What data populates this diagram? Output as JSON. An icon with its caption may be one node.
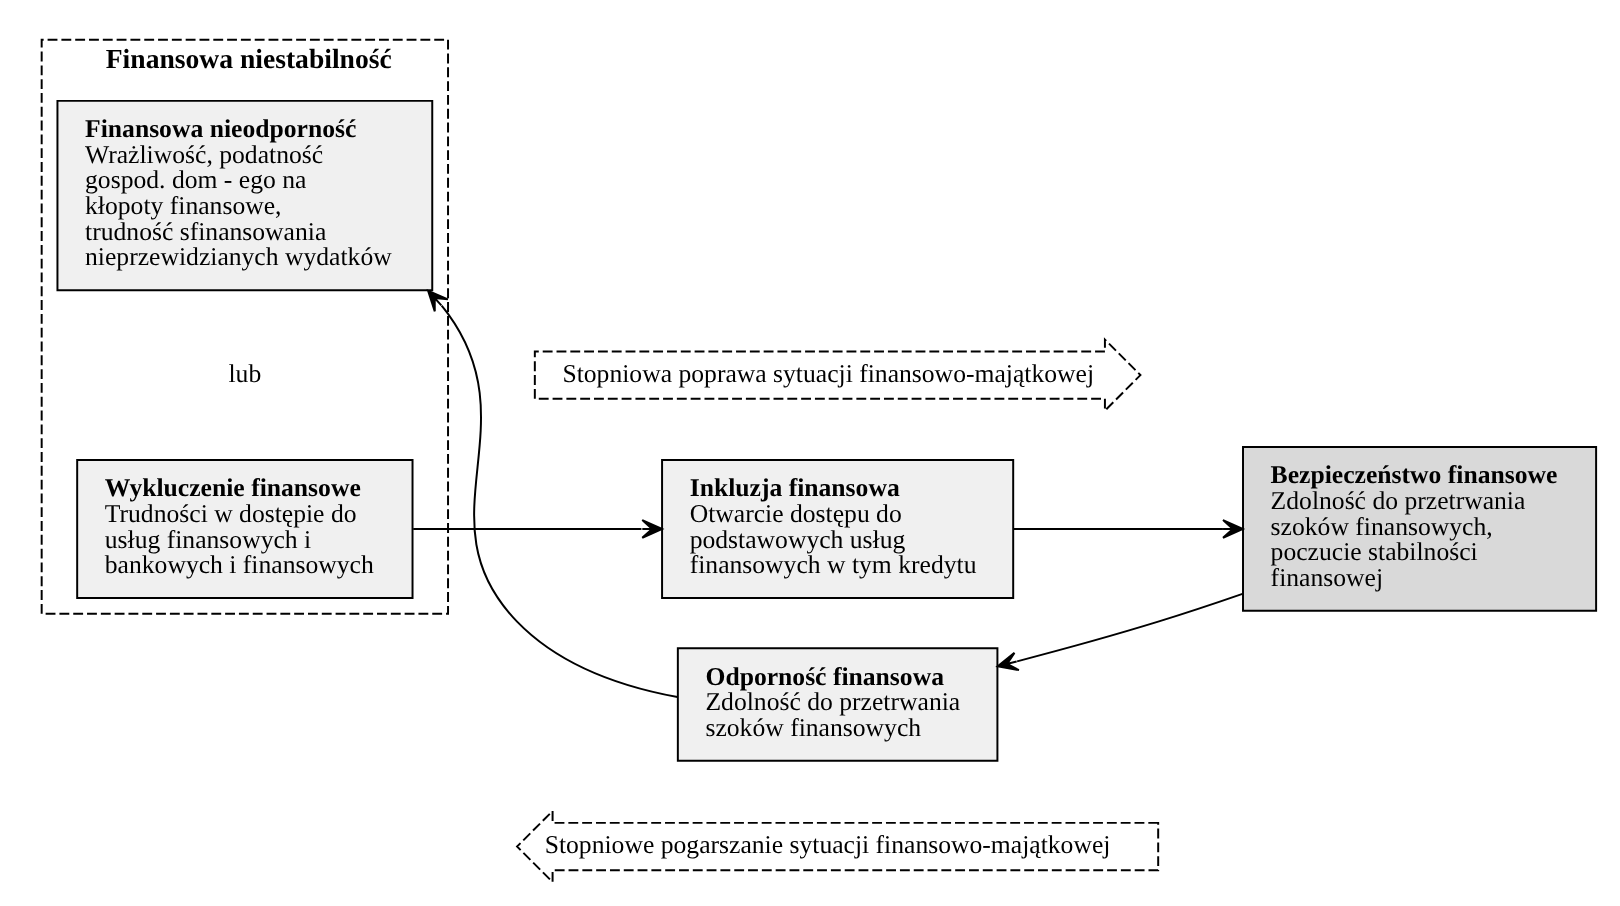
{
  "diagram": {
    "nodes": [
      {
        "text": [
          "Finansowa niestabilność"
        ]
      },
      {
        "text": [
          "Wykluczenie finansowe",
          "Trudności w dostępie do usług finansowych i bankowych i finansowych"
        ],
        "in": 0
      },
      {
        "text": [
          "Finansowa nieodporność",
          "Wrażliwość, podatność gospod. dom - ego na kłopoty finansowe, trudność sfinansowania nieprzewidzianych wydatków"
        ],
        "in": 0
      },
      {
        "text": [
          "Inkluzja finansowa",
          "Otwarcie dostępu do podstawowych usług finansowych w tym kredytu"
        ]
      },
      {
        "text": [
          "Bezpieczeństwo finansowe",
          "Zdolność do przetrwania szoków finansowych, poczucie stabilności finansowej"
        ]
      },
      {
        "text": [
          "Odporność finansowa",
          "Zdolność do przetrwania szoków finansowych"
        ]
      },
      {
        "text": [
          "Stopniowa poprawa sytuacji finansowo-majątkowej"
        ]
      },
      {
        "text": [
          "Stopniowe pogarszanie sytuacji finansowo-majątkowej"
        ]
      }
    ],
    "edges": [
      {
        "from": 1,
        "to": 3,
        "arrow": "to"
      },
      {
        "from": 3,
        "to": 4,
        "arrow": "to"
      },
      {
        "from": 4,
        "to": 5,
        "arrow": "to"
      },
      {
        "from": 5,
        "to": 2,
        "arrow": "to"
      }
    ],
    "labels": [
      "lub"
    ]
  }
}
